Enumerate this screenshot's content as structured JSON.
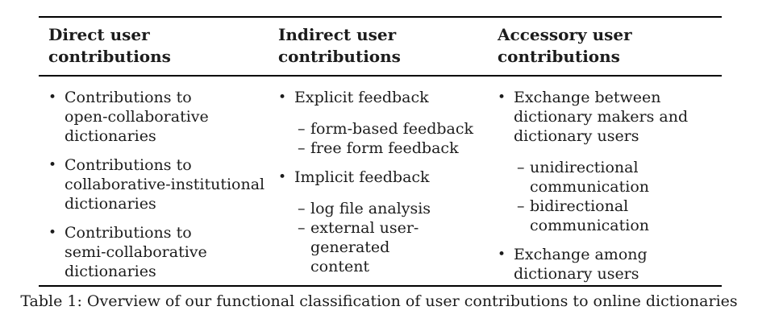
{
  "table": {
    "columns": [
      {
        "header": "Direct user\ncontributions",
        "items": [
          {
            "text": "Contributions to\nopen-collaborative\ndictionaries",
            "subitems": []
          },
          {
            "text": "Contributions to\ncollaborative-institutional\ndictionaries",
            "subitems": []
          },
          {
            "text": "Contributions to\nsemi-collaborative\ndictionaries",
            "subitems": []
          }
        ]
      },
      {
        "header": "Indirect user\ncontributions",
        "items": [
          {
            "text": "Explicit feedback",
            "subitems": [
              "form-based feedback",
              "free form feedback"
            ]
          },
          {
            "text": "Implicit feedback",
            "subitems": [
              "log file analysis",
              "external user-generated\ncontent"
            ]
          }
        ]
      },
      {
        "header": "Accessory user\ncontributions",
        "items": [
          {
            "text": "Exchange between\ndictionary makers and\ndictionary users",
            "subitems": [
              "unidirectional\ncommunication",
              "bidirectional\ncommunication"
            ]
          },
          {
            "text": "Exchange among\ndictionary users",
            "subitems": []
          }
        ]
      }
    ]
  },
  "caption": "Table 1: Overview of our functional classification of user contributions to online dictionaries",
  "markers": {
    "bullet": "•",
    "dash": "–"
  },
  "colors": {
    "text": "#1c1c1c",
    "rule": "#000000",
    "background": "#ffffff"
  }
}
